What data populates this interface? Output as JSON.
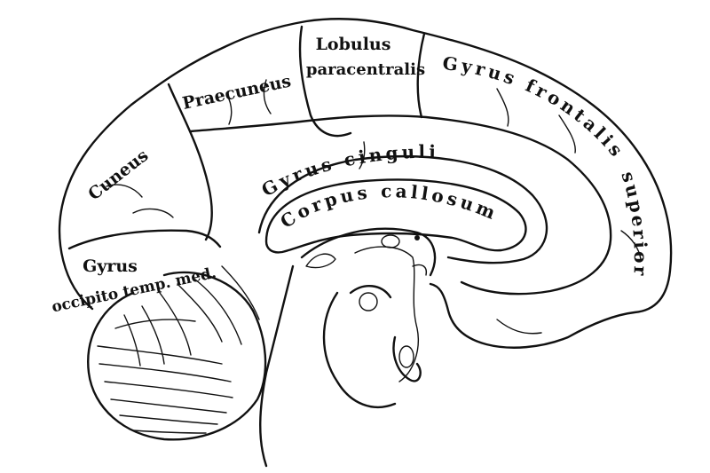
{
  "labels": {
    "lobulus": "Lobulus",
    "paracentralis": "paracentralis",
    "praecuneus": "Praecuneus",
    "cuneus": "Cuneus",
    "gyrus_occ": "Gyrus",
    "occipito_temp": "occipito temp. med.",
    "gyrus_frontalis": "Gyrus frontalis",
    "superior": "superior",
    "gyrus_cinguli": "Gyrus cinguli",
    "corpus_callosum": "Corpus callosum"
  }
}
